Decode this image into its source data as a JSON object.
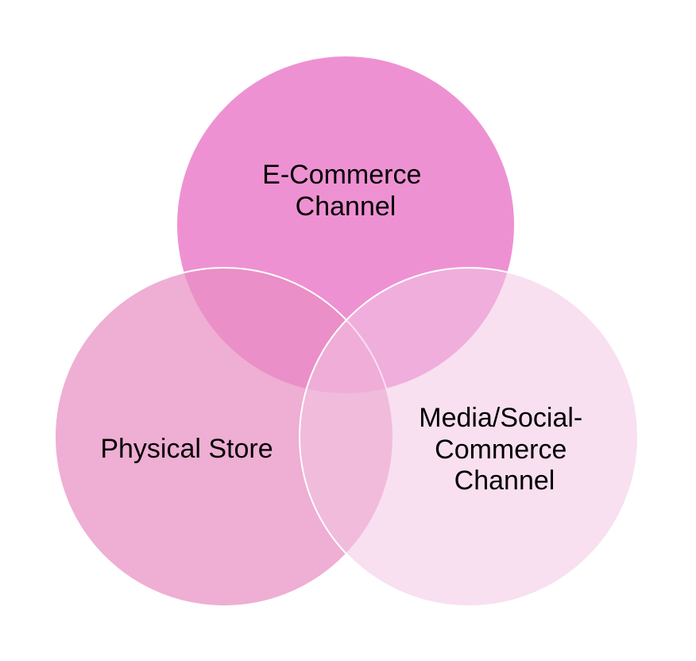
{
  "diagram": {
    "type": "venn",
    "sets": [
      {
        "id": "ecommerce",
        "lines": [
          "E-Commerce",
          "Channel"
        ],
        "fill_color": "#ea79c8",
        "fill_opacity": 0.82
      },
      {
        "id": "physical",
        "lines": [
          "Physical Store"
        ],
        "fill_color": "#e98fc2",
        "fill_opacity": 0.72
      },
      {
        "id": "media",
        "lines": [
          "Media/Social-",
          "Commerce",
          "Channel"
        ],
        "fill_color": "#f3c6e4",
        "fill_opacity": 0.55
      }
    ],
    "outline_color": "#ffffff",
    "text_color": "#000000"
  }
}
